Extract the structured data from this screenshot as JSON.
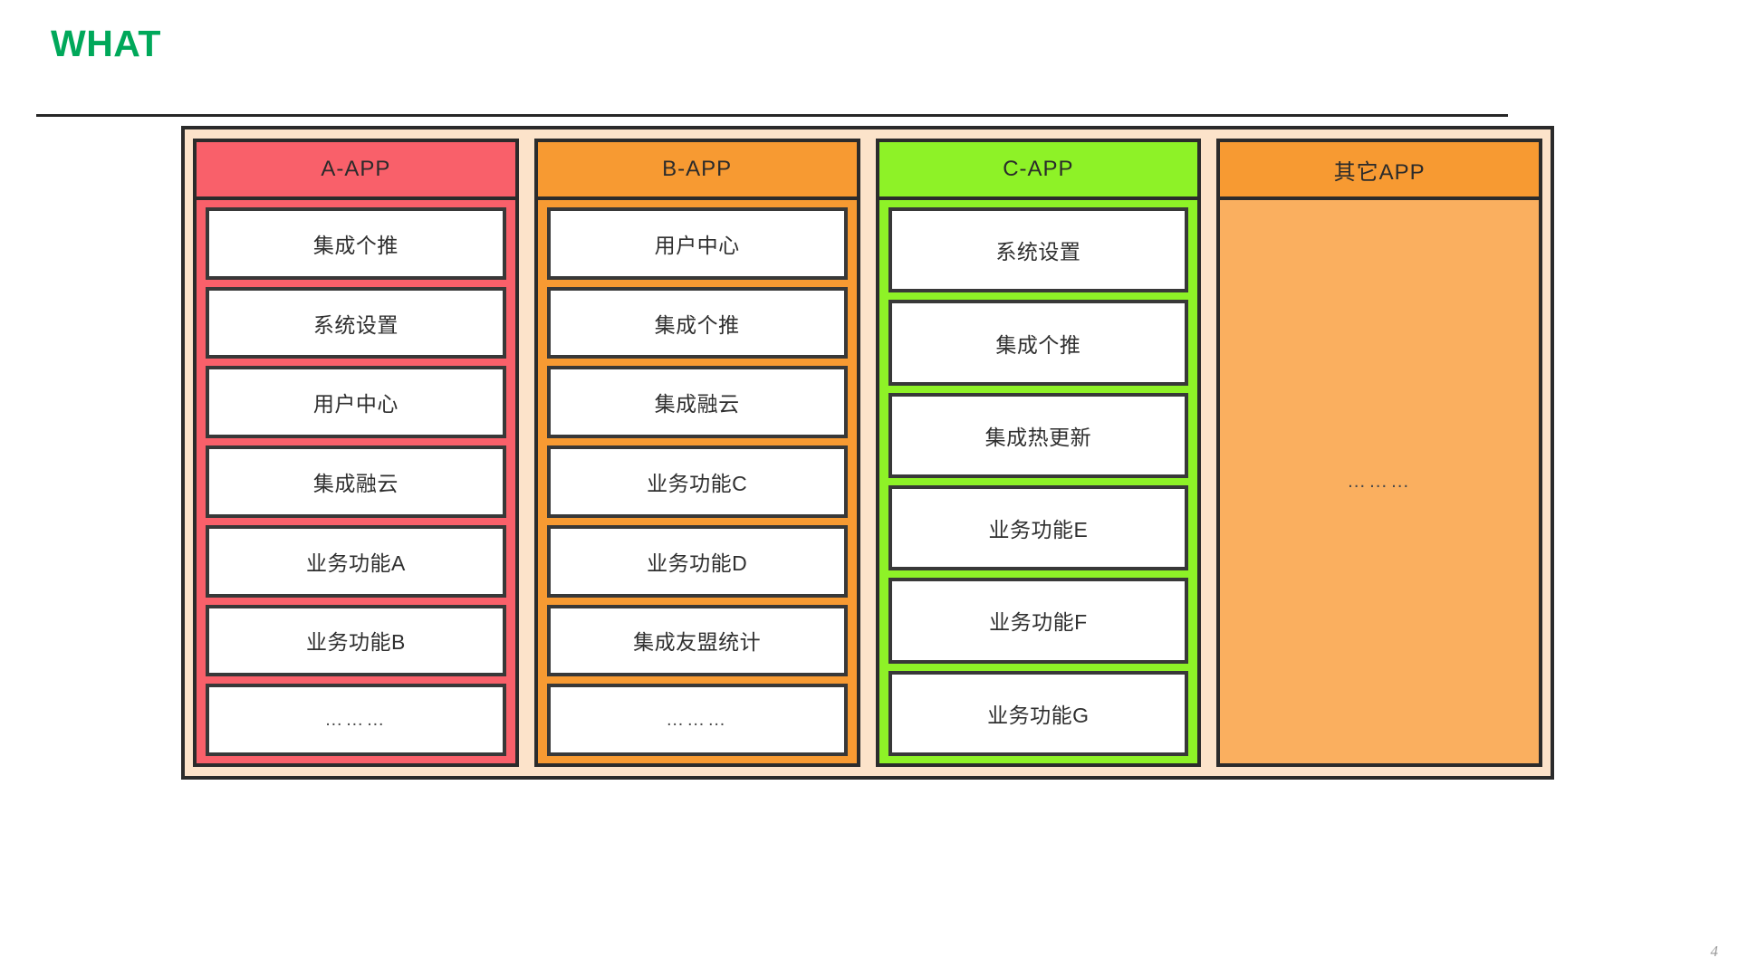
{
  "slide": {
    "title": "WHAT",
    "title_color": "#00a85a",
    "page_number": "4"
  },
  "diagram": {
    "frame_color": "#fce3ca",
    "border_color": "#2b2b2b",
    "columns": [
      {
        "header": "A-APP",
        "color": "#f9606a",
        "items": [
          "集成个推",
          "系统设置",
          "用户中心",
          "集成融云",
          "业务功能A",
          "业务功能B",
          "………"
        ]
      },
      {
        "header": "B-APP",
        "color": "#f79a32",
        "items": [
          "用户中心",
          "集成个推",
          "集成融云",
          "业务功能C",
          "业务功能D",
          "集成友盟统计",
          "………"
        ]
      },
      {
        "header": "C-APP",
        "color": "#8ef227",
        "items": [
          "系统设置",
          "集成个推",
          "集成热更新",
          "业务功能E",
          "业务功能F",
          "业务功能G"
        ]
      },
      {
        "header": "其它APP",
        "color": "#f79a32",
        "body_color": "#faaf5f",
        "note": "………"
      }
    ]
  }
}
